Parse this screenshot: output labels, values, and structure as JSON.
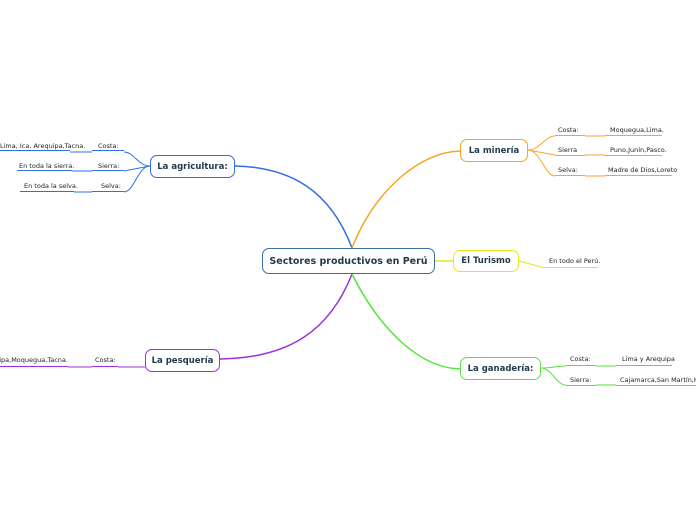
{
  "center": {
    "label": "Sectores productivos en Perú"
  },
  "colors": {
    "center": "#3b6ea5",
    "agricultura": "#2f6fe4",
    "pesqueria": "#9b30d9",
    "mineria": "#f5a623",
    "turismo": "#e6e61e",
    "ganaderia": "#52e63a"
  },
  "branches": {
    "agricultura": {
      "label": "La agricultura:",
      "items": [
        {
          "region": "Costa:",
          "detail": "Lima, Ica, Arequipa,Tacna."
        },
        {
          "region": "Sierra:",
          "detail": "En toda la sierra."
        },
        {
          "region": "Selva:",
          "detail": "En toda la selva."
        }
      ]
    },
    "pesqueria": {
      "label": "La pesquería",
      "items": [
        {
          "region": "Costa:",
          "detail": "Arequipa,Moquegua,Tacna."
        }
      ]
    },
    "mineria": {
      "label": "La minería",
      "items": [
        {
          "region": "Costa:",
          "detail": "Moquegua,Lima."
        },
        {
          "region": "Sierra",
          "detail": "Puno,Junín,Pasco."
        },
        {
          "region": "Selva:",
          "detail": "Madre de Dios,Loreto"
        }
      ]
    },
    "turismo": {
      "label": "El Turismo",
      "items": [
        {
          "detail": "En todo el Perú."
        }
      ]
    },
    "ganaderia": {
      "label": "La ganadería:",
      "items": [
        {
          "region": "Costa:",
          "detail": "Lima y Arequipa"
        },
        {
          "region": "Sierra:",
          "detail": "Cajamarca,San Martín,Huancayo"
        }
      ]
    }
  }
}
